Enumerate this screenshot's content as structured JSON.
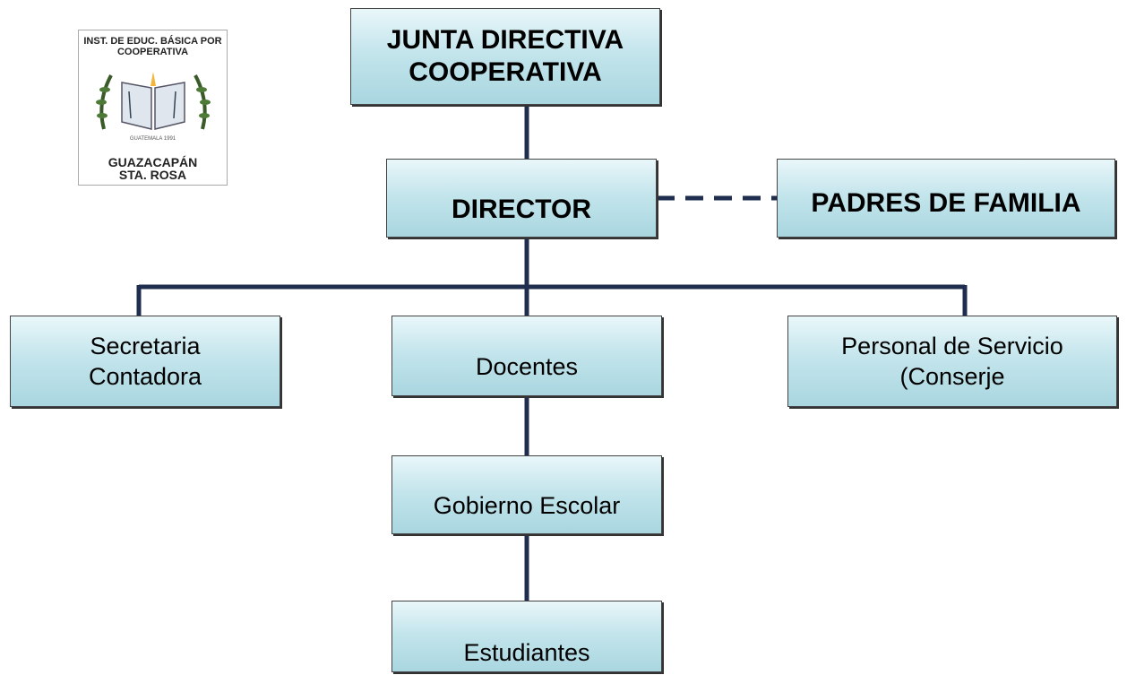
{
  "logo": {
    "top_text": "INST. DE EDUC. BÁSICA POR COOPERATIVA",
    "year_text": "GUATEMALA 1991",
    "bottom_line1": "GUAZACAPÁN",
    "bottom_line2": "STA. ROSA"
  },
  "nodes": {
    "junta": {
      "line1": "JUNTA DIRECTIVA",
      "line2": "COOPERATIVA"
    },
    "director": {
      "label": "DIRECTOR"
    },
    "padres": {
      "label": "PADRES DE FAMILIA"
    },
    "secretaria": {
      "line1": "Secretaria",
      "line2": "Contadora"
    },
    "docentes": {
      "label": "Docentes"
    },
    "personal": {
      "line1": "Personal de Servicio",
      "line2": "(Conserje"
    },
    "gobierno": {
      "label": "Gobierno Escolar"
    },
    "estudiantes": {
      "label": "Estudiantes"
    }
  },
  "colors": {
    "connector": "#1f2d4f",
    "box_top": "#e9f7fa",
    "box_bottom": "#a9d6e0"
  }
}
